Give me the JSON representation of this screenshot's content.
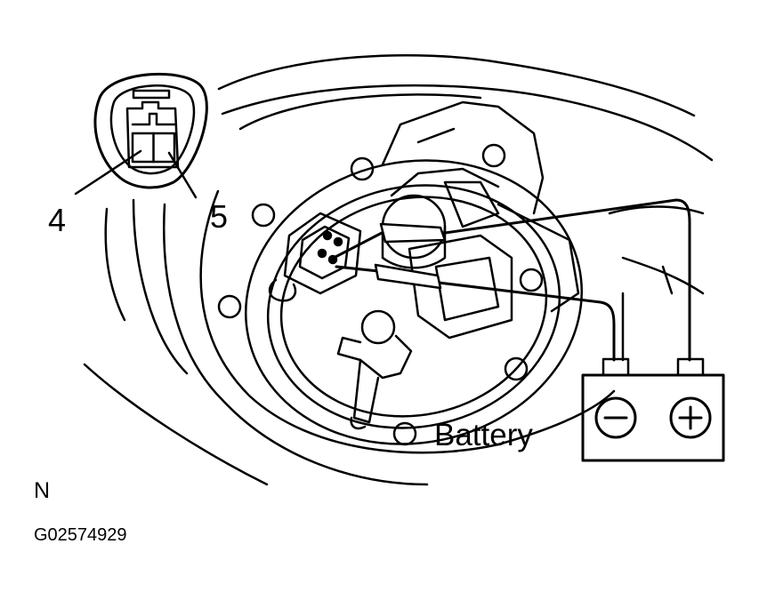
{
  "labels": {
    "pin_4": "4",
    "pin_5": "5",
    "battery": "Battery",
    "corner_mark": "N",
    "figure_code": "G02574929"
  },
  "icons": {
    "connector": "connector-icon",
    "battery_negative": "minus-icon",
    "battery_positive": "plus-icon"
  },
  "colors": {
    "ink": "#000000",
    "paper": "#ffffff"
  }
}
